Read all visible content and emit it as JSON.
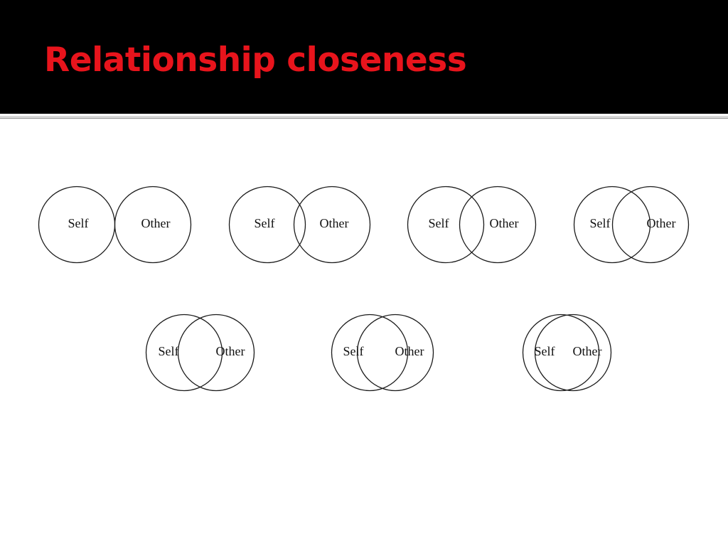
{
  "title": "Relationship closeness",
  "colors": {
    "title": "#e8141c",
    "title_bar": "#000000",
    "stroke": "#1a1a1a"
  },
  "diagrams": [
    {
      "stage": 1,
      "self_label": "Self",
      "other_label": "Other"
    },
    {
      "stage": 2,
      "self_label": "Self",
      "other_label": "Other"
    },
    {
      "stage": 3,
      "self_label": "Self",
      "other_label": "Other"
    },
    {
      "stage": 4,
      "self_label": "Self",
      "other_label": "Other"
    },
    {
      "stage": 5,
      "self_label": "Self",
      "other_label": "Other"
    },
    {
      "stage": 6,
      "self_label": "Self",
      "other_label": "Other"
    },
    {
      "stage": 7,
      "self_label": "Self",
      "other_label": "Other"
    }
  ]
}
